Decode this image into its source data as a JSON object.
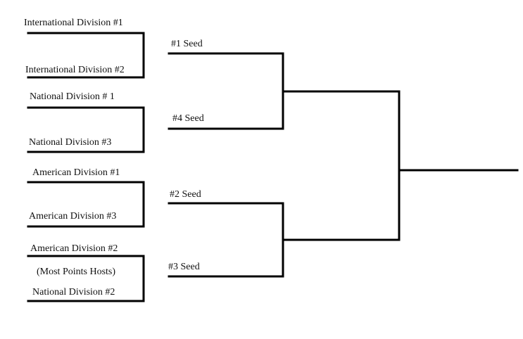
{
  "round1": {
    "match1": {
      "team_a": "International Division #1",
      "team_b": "International Division #2"
    },
    "match2": {
      "team_a": "National Division # 1",
      "team_b": "National Division #3"
    },
    "match3": {
      "team_a": "American Division #1",
      "team_b": "American Division #3"
    },
    "match4": {
      "team_a": "American Division #2",
      "note": "(Most Points Hosts)",
      "team_b": "National Division #2"
    }
  },
  "round2": {
    "seed1": "#1 Seed",
    "seed4": "#4 Seed",
    "seed2": "#2 Seed",
    "seed3": "#3 Seed"
  },
  "colors": {
    "line": "#000000",
    "text": "#111111",
    "background": "#ffffff"
  }
}
